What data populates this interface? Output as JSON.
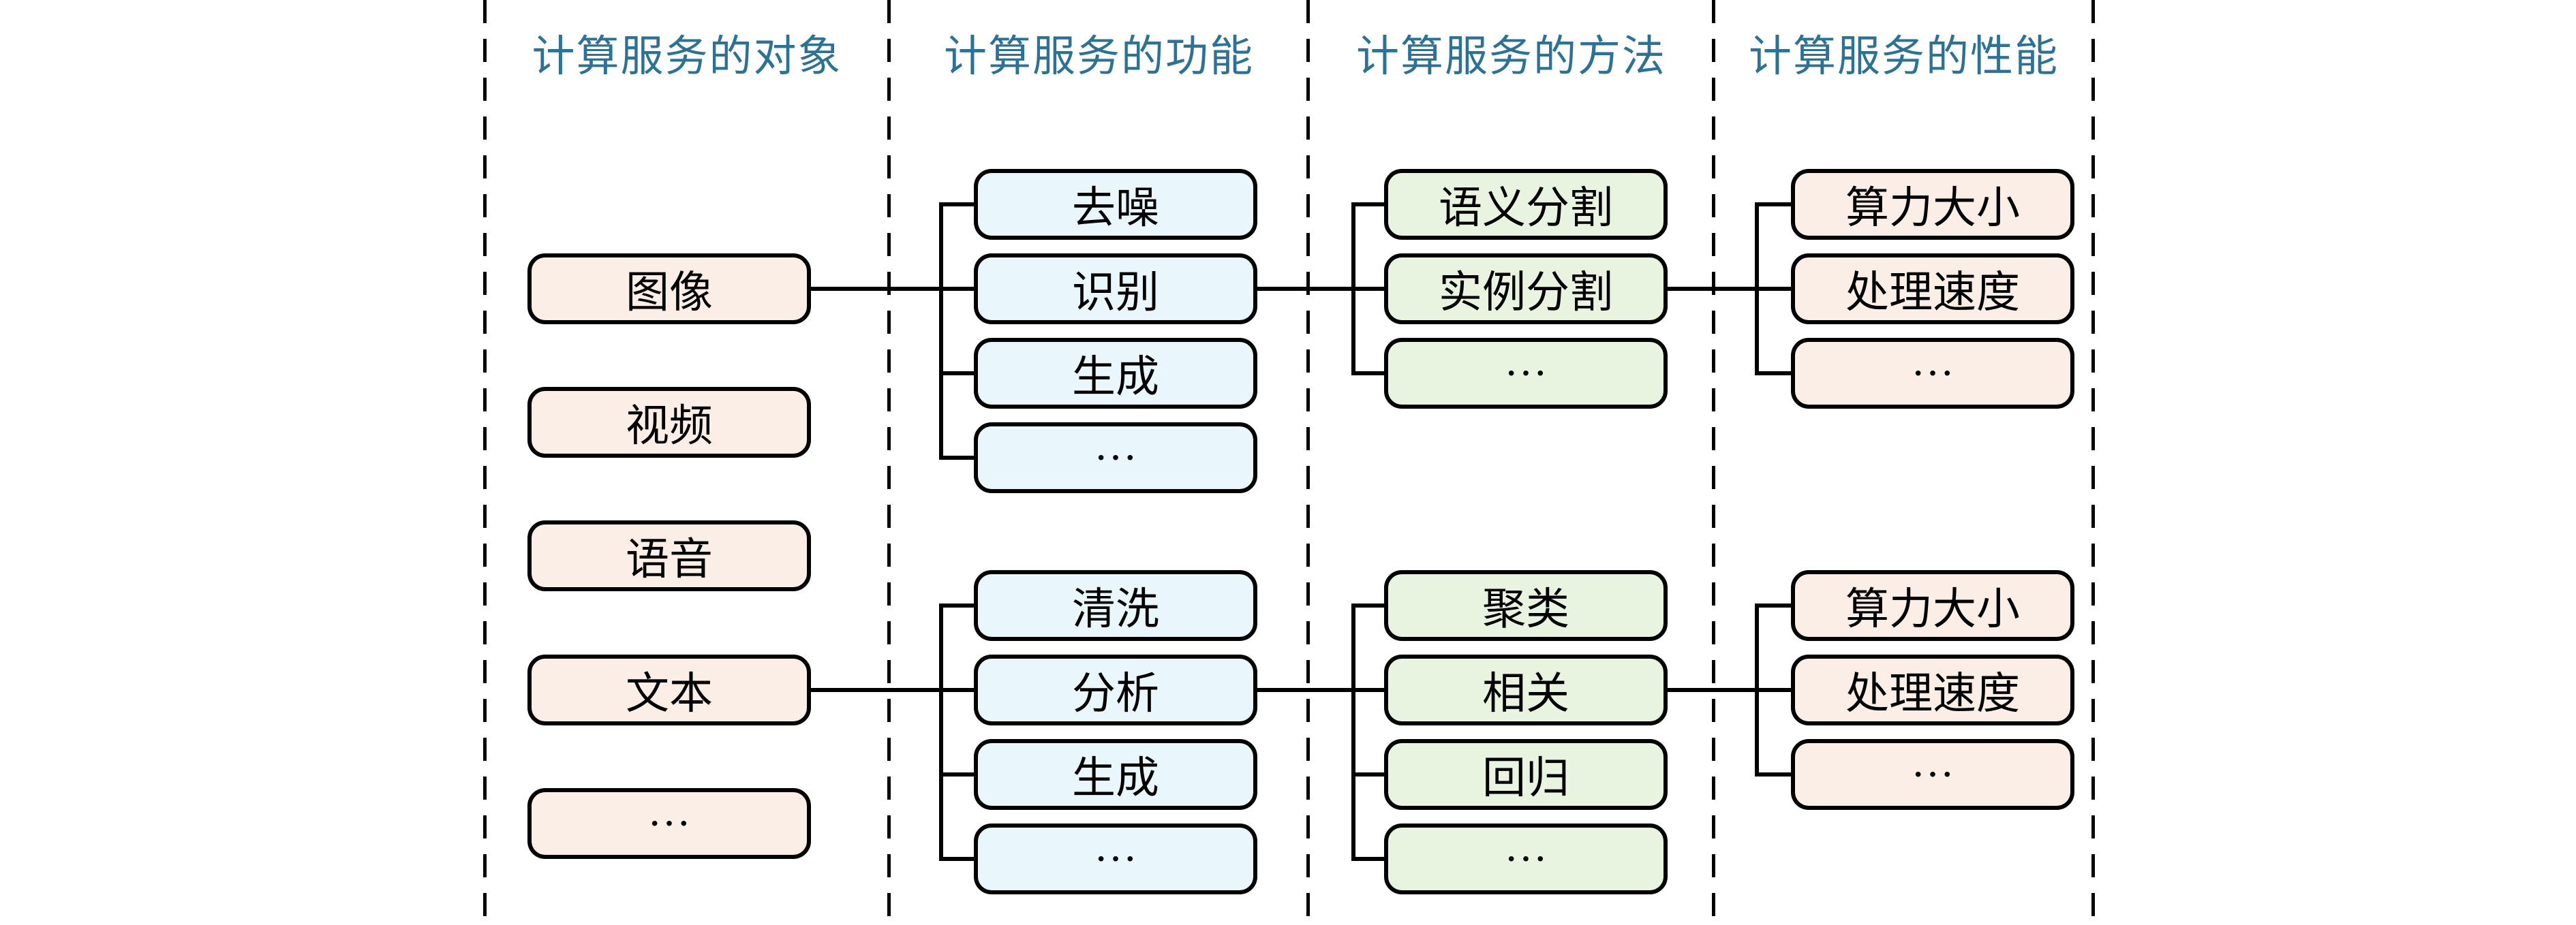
{
  "palette": {
    "background": "#ffffff",
    "line": "#000000",
    "header_text": "#2d7194",
    "objects_fill": "#fbeee7",
    "functions_fill": "#e9f6fb",
    "methods_fill": "#e8f4e0",
    "performance_fill": "#fbeee7"
  },
  "headers": {
    "objects": "计算服务的对象",
    "functions": "计算服务的功能",
    "methods": "计算服务的方法",
    "performance": "计算服务的性能"
  },
  "objects": {
    "boxes": [
      "图像",
      "视频",
      "语音",
      "文本",
      "···"
    ]
  },
  "functions": {
    "image_branch": [
      "去噪",
      "识别",
      "生成",
      "···"
    ],
    "text_branch": [
      "清洗",
      "分析",
      "生成",
      "···"
    ]
  },
  "methods": {
    "image_branch": [
      "语义分割",
      "实例分割",
      "···"
    ],
    "text_branch": [
      "聚类",
      "相关",
      "回归",
      "···"
    ]
  },
  "performance": {
    "image_branch": [
      "算力大小",
      "处理速度",
      "···"
    ],
    "text_branch": [
      "算力大小",
      "处理速度",
      "···"
    ]
  }
}
